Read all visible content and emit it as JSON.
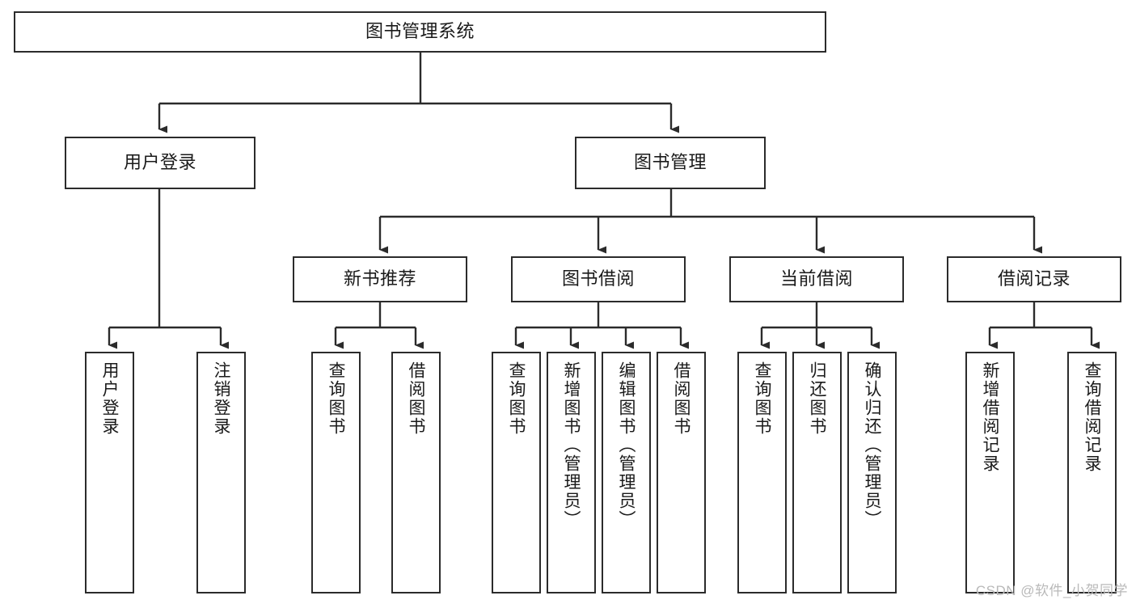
{
  "diagram": {
    "type": "tree-hierarchy",
    "title": "图书管理系统",
    "watermark": "CSDN @软件_小贺同学",
    "colors": {
      "box_border": "#2b2b2b",
      "box_fill": "#ffffff",
      "edge": "#2b2b2b",
      "text": "#1a1a1a",
      "watermark": "#b9b9b9",
      "background": "#ffffff"
    },
    "nodes": {
      "root": {
        "label": "图书管理系统",
        "level": 1,
        "orientation": "horizontal"
      },
      "level2": [
        {
          "id": "user-login",
          "label": "用户登录",
          "orientation": "horizontal"
        },
        {
          "id": "book-management",
          "label": "图书管理",
          "orientation": "horizontal"
        }
      ],
      "level3": [
        {
          "id": "new-book-recommend",
          "label": "新书推荐",
          "orientation": "horizontal",
          "parent": "book-management"
        },
        {
          "id": "book-borrow",
          "label": "图书借阅",
          "orientation": "horizontal",
          "parent": "book-management"
        },
        {
          "id": "current-borrow",
          "label": "当前借阅",
          "orientation": "horizontal",
          "parent": "book-management"
        },
        {
          "id": "borrow-record",
          "label": "借阅记录",
          "orientation": "horizontal",
          "parent": "book-management"
        }
      ],
      "leaves": [
        {
          "id": "leaf-user-login",
          "label": "用户登录",
          "orientation": "vertical",
          "parent": "user-login"
        },
        {
          "id": "leaf-user-logout",
          "label": "注销登录",
          "orientation": "vertical",
          "parent": "user-login"
        },
        {
          "id": "leaf-query-book-1",
          "label": "查询图书",
          "orientation": "vertical",
          "parent": "new-book-recommend"
        },
        {
          "id": "leaf-borrow-book-1",
          "label": "借阅图书",
          "orientation": "vertical",
          "parent": "new-book-recommend"
        },
        {
          "id": "leaf-query-book-2",
          "label": "查询图书",
          "orientation": "vertical",
          "parent": "book-borrow"
        },
        {
          "id": "leaf-add-book",
          "label": "新增图书（管理员）",
          "orientation": "vertical",
          "parent": "book-borrow"
        },
        {
          "id": "leaf-edit-book",
          "label": "编辑图书（管理员）",
          "orientation": "vertical",
          "parent": "book-borrow"
        },
        {
          "id": "leaf-borrow-book-2",
          "label": "借阅图书",
          "orientation": "vertical",
          "parent": "book-borrow"
        },
        {
          "id": "leaf-query-book-3",
          "label": "查询图书",
          "orientation": "vertical",
          "parent": "current-borrow"
        },
        {
          "id": "leaf-return-book",
          "label": "归还图书",
          "orientation": "vertical",
          "parent": "current-borrow"
        },
        {
          "id": "leaf-confirm-return",
          "label": "确认归还（管理员）",
          "orientation": "vertical",
          "parent": "current-borrow"
        },
        {
          "id": "leaf-add-record",
          "label": "新增借阅记录",
          "orientation": "vertical",
          "parent": "borrow-record"
        },
        {
          "id": "leaf-query-record",
          "label": "查询借阅记录",
          "orientation": "vertical",
          "parent": "borrow-record"
        }
      ]
    }
  }
}
